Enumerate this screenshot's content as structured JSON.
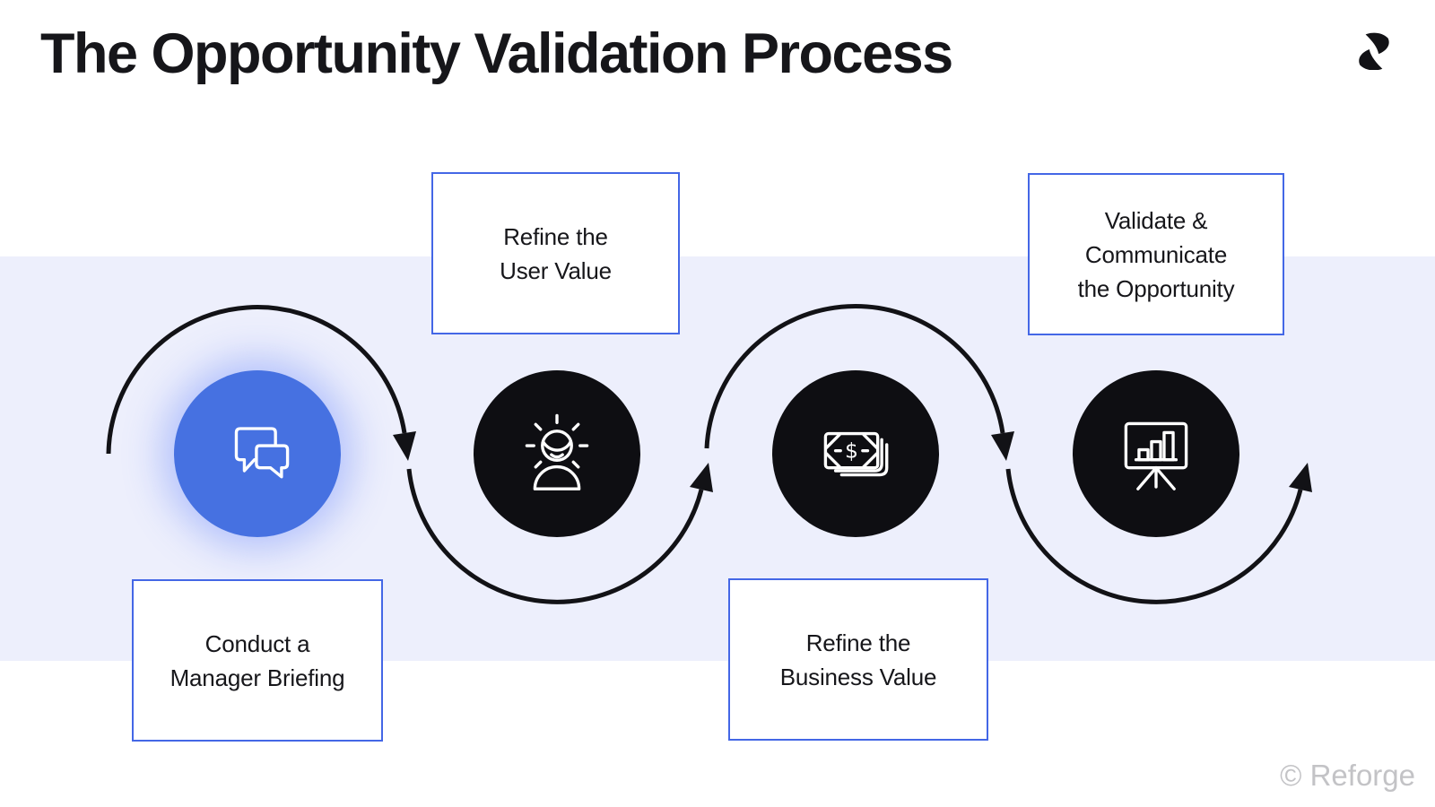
{
  "header": {
    "title": "The Opportunity Validation Process",
    "brand": "Reforge"
  },
  "footer": {
    "copyright": "© Reforge"
  },
  "steps": [
    {
      "label": "Conduct a\nManager Briefing",
      "icon": "chat-bubbles-icon",
      "circle_style": "blue",
      "label_position": "below"
    },
    {
      "label": "Refine the\nUser Value",
      "icon": "shining-person-icon",
      "circle_style": "black",
      "label_position": "above"
    },
    {
      "label": "Refine the\nBusiness Value",
      "icon": "money-bills-icon",
      "circle_style": "black",
      "label_position": "below"
    },
    {
      "label": "Validate &\nCommunicate\nthe Opportunity",
      "icon": "presentation-chart-icon",
      "circle_style": "black",
      "label_position": "above"
    }
  ],
  "icons": {
    "money_symbol": "$"
  },
  "colors": {
    "accent_blue": "#4671e1",
    "box_border_blue": "#4467e6",
    "band_lavender": "#edeffc",
    "circle_black": "#0e0e12",
    "arrow_black": "#121216",
    "text_dark": "#16161a",
    "copyright_gray": "#c3c3c6"
  }
}
